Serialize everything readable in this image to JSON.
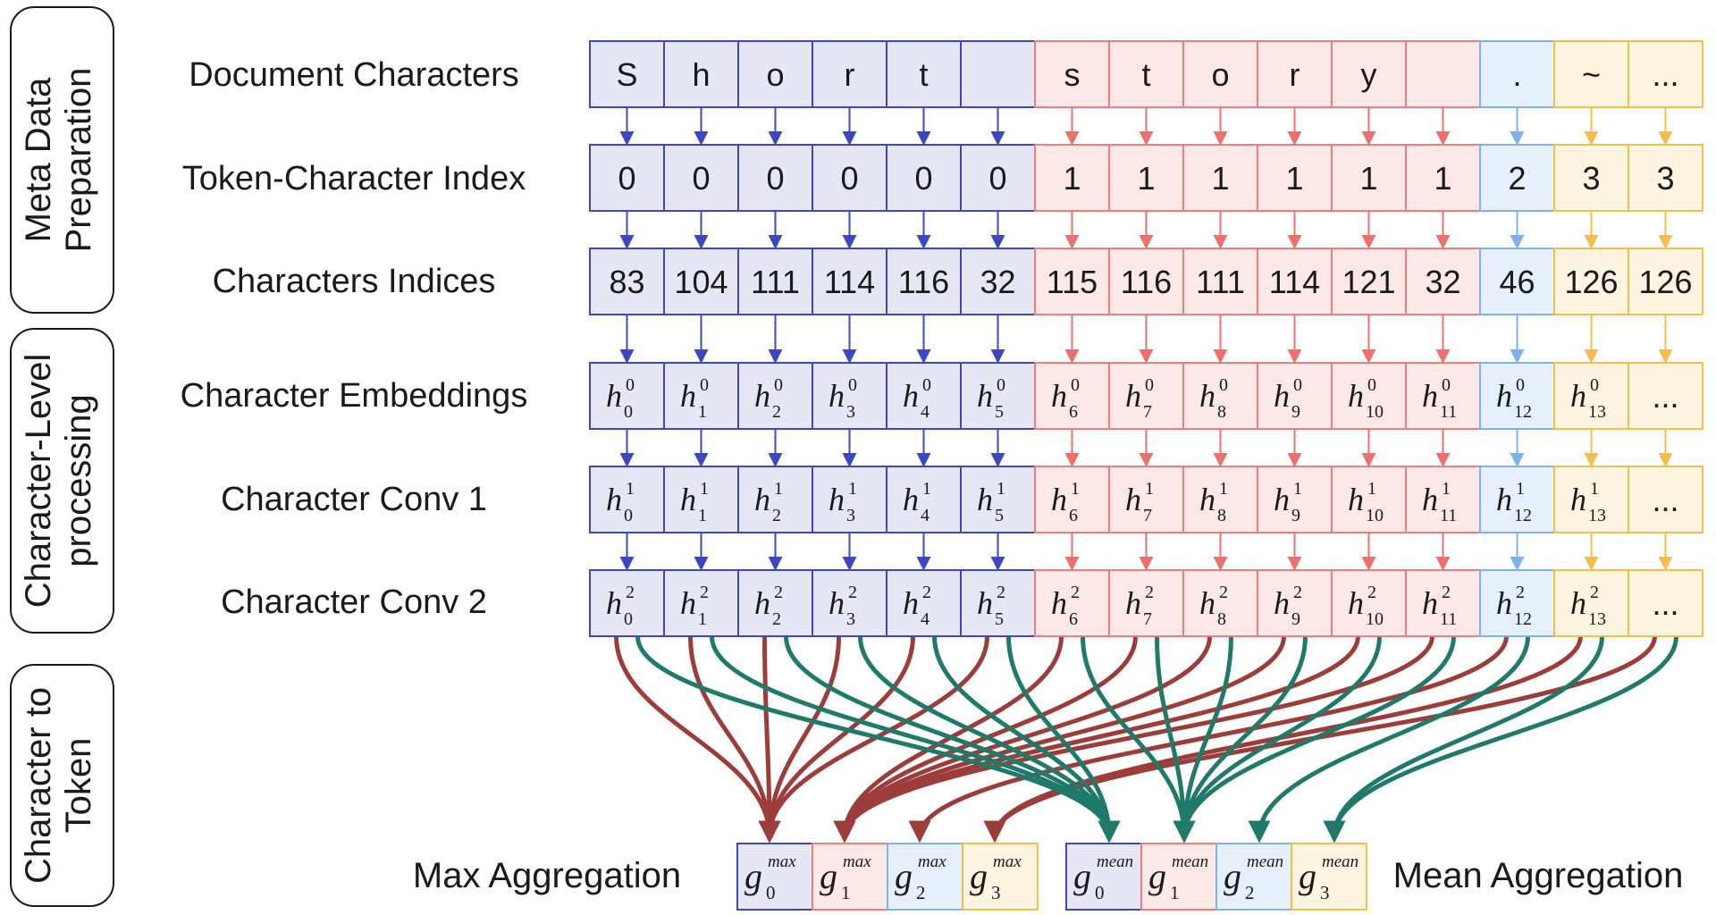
{
  "stages": [
    {
      "lines": [
        "Meta Data",
        "Preparation"
      ]
    },
    {
      "lines": [
        "Character-Level",
        "processing"
      ]
    },
    {
      "lines": [
        "Character to",
        "Token"
      ]
    }
  ],
  "row_labels": {
    "document_characters": "Document Characters",
    "token_character_index": "Token-Character Index",
    "character_indices": "Characters Indices",
    "character_embeddings": "Character Embeddings",
    "character_conv1": "Character Conv 1",
    "character_conv2": "Character Conv 2"
  },
  "columns": [
    {
      "char": "S",
      "token": "0",
      "index": "83",
      "sub": "0",
      "group": 0
    },
    {
      "char": "h",
      "token": "0",
      "index": "104",
      "sub": "1",
      "group": 0
    },
    {
      "char": "o",
      "token": "0",
      "index": "111",
      "sub": "2",
      "group": 0
    },
    {
      "char": "r",
      "token": "0",
      "index": "114",
      "sub": "3",
      "group": 0
    },
    {
      "char": "t",
      "token": "0",
      "index": "116",
      "sub": "4",
      "group": 0
    },
    {
      "char": "",
      "token": "0",
      "index": "32",
      "sub": "5",
      "group": 0
    },
    {
      "char": "s",
      "token": "1",
      "index": "115",
      "sub": "6",
      "group": 1
    },
    {
      "char": "t",
      "token": "1",
      "index": "116",
      "sub": "7",
      "group": 1
    },
    {
      "char": "o",
      "token": "1",
      "index": "111",
      "sub": "8",
      "group": 1
    },
    {
      "char": "r",
      "token": "1",
      "index": "114",
      "sub": "9",
      "group": 1
    },
    {
      "char": "y",
      "token": "1",
      "index": "121",
      "sub": "10",
      "group": 1
    },
    {
      "char": "",
      "token": "1",
      "index": "32",
      "sub": "11",
      "group": 1
    },
    {
      "char": ".",
      "token": "2",
      "index": "46",
      "sub": "12",
      "group": 2
    },
    {
      "char": "~",
      "token": "3",
      "index": "126",
      "sub": "13",
      "group": 3
    },
    {
      "char": "...",
      "token": "3",
      "index": "126",
      "sub": "",
      "group": 3
    }
  ],
  "h_symbol": "h",
  "layer_superscripts": [
    "0",
    "1",
    "2"
  ],
  "ellipsis": "...",
  "group_colors": [
    {
      "fill": "#e6e6f5",
      "stroke": "#3d47c4",
      "arrow": "#3d47c4"
    },
    {
      "fill": "#fde8e8",
      "stroke": "#ef7d7d",
      "arrow": "#ef6f6f"
    },
    {
      "fill": "#e5f0fc",
      "stroke": "#7eb2ec",
      "arrow": "#7eb2ec"
    },
    {
      "fill": "#fef4e2",
      "stroke": "#f2c04a",
      "arrow": "#f2c04a"
    }
  ],
  "aggregation": {
    "g_symbol": "g",
    "max_label": "Max Aggregation",
    "mean_label": "Mean  Aggregation",
    "max_superscript": "max",
    "mean_superscript": "mean",
    "max_subscripts": [
      "0",
      "1",
      "2",
      "3"
    ],
    "mean_subscripts": [
      "0",
      "1",
      "2",
      "3"
    ],
    "max_color": "#9c3d3a",
    "mean_color": "#1f7a6a"
  }
}
